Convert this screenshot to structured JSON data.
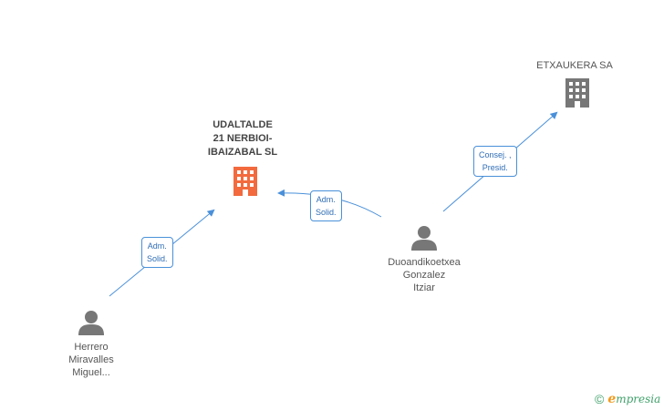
{
  "colors": {
    "edge": "#4a90d9",
    "company_main": "#f26a3d",
    "company_other": "#777777",
    "person": "#777777",
    "label_text": "#555555"
  },
  "nodes": {
    "main_company": {
      "lines": [
        "UDALTALDE",
        "21 NERBIOI-",
        "IBAIZABAL SL"
      ],
      "icon": "building-icon"
    },
    "other_company": {
      "lines": [
        "ETXAUKERA SA"
      ],
      "icon": "building-icon"
    },
    "person_1": {
      "lines": [
        "Herrero",
        "Miravalles",
        "Miguel..."
      ],
      "icon": "person-icon"
    },
    "person_2": {
      "lines": [
        "Duoandikoetxea",
        "Gonzalez",
        "Itziar"
      ],
      "icon": "person-icon"
    }
  },
  "edges": [
    {
      "from": "person_1",
      "to": "main_company",
      "label": [
        "Adm.",
        "Solid."
      ]
    },
    {
      "from": "person_2",
      "to": "main_company",
      "label": [
        "Adm.",
        "Solid."
      ]
    },
    {
      "from": "person_2",
      "to": "other_company",
      "label": [
        "Consej. ,",
        "Presid."
      ]
    }
  ],
  "footer": {
    "copyright": "©",
    "brand_first": "e",
    "brand_rest": "mpresia"
  }
}
